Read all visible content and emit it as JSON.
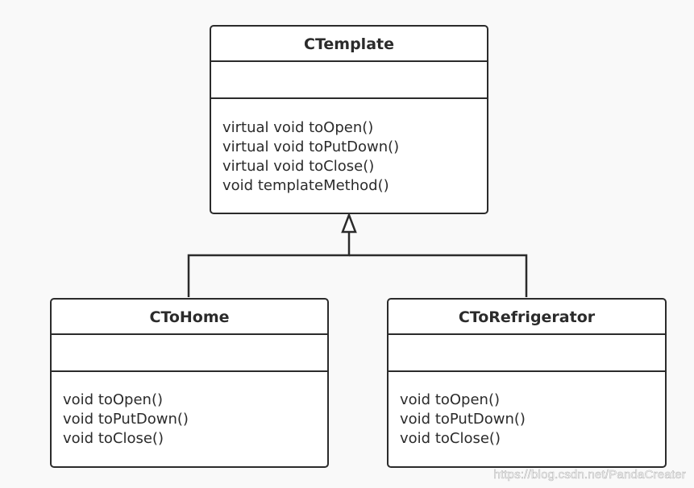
{
  "diagram": {
    "classes": [
      {
        "id": "ctemplate",
        "name": "CTemplate",
        "attributes": [],
        "methods": [
          "virtual void toOpen()",
          "virtual void toPutDown()",
          "virtual void toClose()",
          "void templateMethod()"
        ]
      },
      {
        "id": "ctohome",
        "name": "CToHome",
        "attributes": [],
        "methods": [
          "void toOpen()",
          "void toPutDown()",
          "void toClose()"
        ]
      },
      {
        "id": "ctorefrigerator",
        "name": "CToRefrigerator",
        "attributes": [],
        "methods": [
          "void toOpen()",
          "void toPutDown()",
          "void toClose()"
        ]
      }
    ],
    "relationships": [
      {
        "type": "generalization",
        "from": "CToHome",
        "to": "CTemplate"
      },
      {
        "type": "generalization",
        "from": "CToRefrigerator",
        "to": "CTemplate"
      }
    ],
    "colors": {
      "stroke": "#2b2b2b",
      "fill": "#ffffff",
      "background": "#f9f9f9"
    }
  },
  "watermark": "https://blog.csdn.net/PandaCreater"
}
